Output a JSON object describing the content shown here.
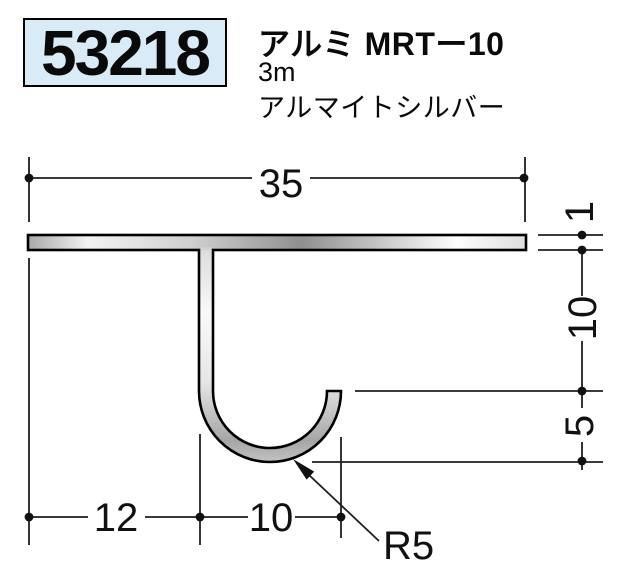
{
  "header": {
    "code": "53218",
    "title": "アルミ MRTー10",
    "length": "3m",
    "finish": "アルマイトシルバー"
  },
  "dimensions": {
    "width": "35",
    "thickness": "1",
    "stem_height": "10",
    "hook_depth": "5",
    "offset_left": "12",
    "hook_width": "10",
    "radius": "R5"
  },
  "colors": {
    "code_box_bg": "#d8ebf7",
    "code_box_border": "#000000",
    "profile_outline": "#000000",
    "metal_highlight": "#f5f5f5",
    "metal_shadow": "#8f8f8f",
    "dimension_line": "#1f1f1f"
  }
}
